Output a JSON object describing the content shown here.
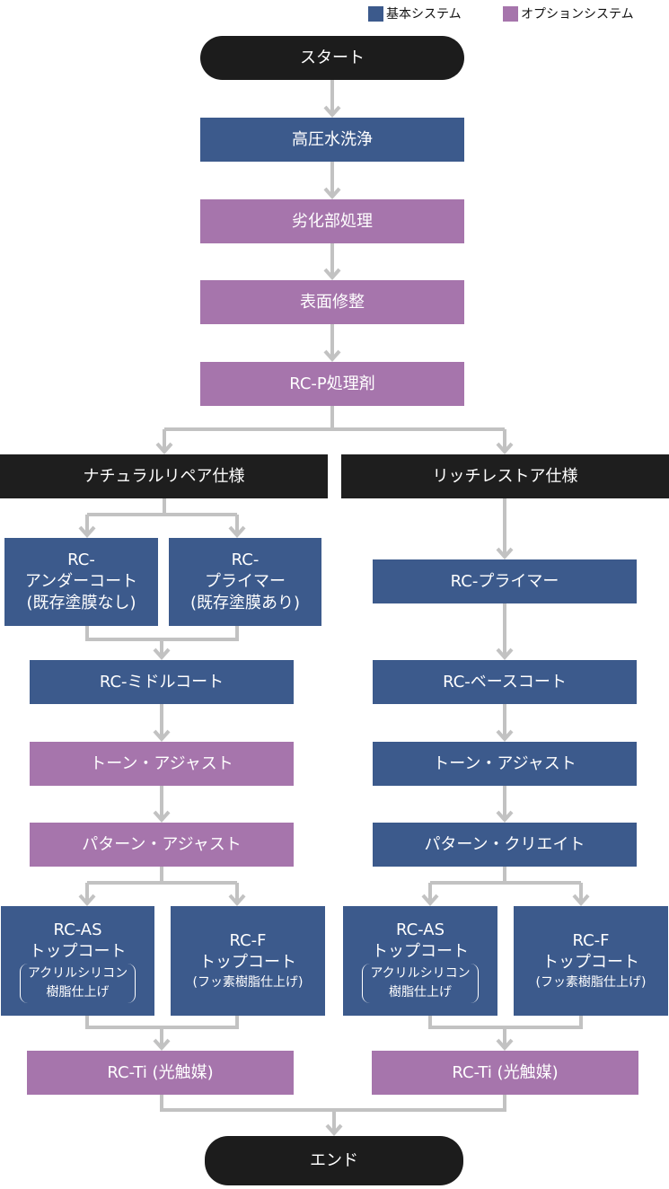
{
  "colors": {
    "basic": "#3c5a8c",
    "option": "#a675ac",
    "header": "#1e1e1e",
    "connector": "#c2c2c2"
  },
  "legend": [
    {
      "label": "基本システム",
      "color": "#3c5a8c"
    },
    {
      "label": "オプションシステム",
      "color": "#a675ac"
    }
  ],
  "start": "スタート",
  "end": "エンド",
  "common_steps": [
    "高圧水洗浄",
    "劣化部処理",
    "表面修整",
    "RC-P処理剤"
  ],
  "common_step_types": [
    "basic",
    "option",
    "option",
    "option"
  ],
  "natural": {
    "title": "ナチュラルリペア仕様",
    "primer_choices": [
      {
        "lines": [
          "RC-",
          "アンダーコート",
          "(既存塗膜なし)"
        ]
      },
      {
        "lines": [
          "RC-",
          "プライマー",
          "(既存塗膜あり)"
        ]
      }
    ],
    "steps": [
      "RC-ミドルコート",
      "トーン・アジャスト",
      "パターン・アジャスト"
    ],
    "step_types": [
      "basic",
      "option",
      "option"
    ]
  },
  "rich": {
    "title": "リッチレストア仕様",
    "steps": [
      "RC-プライマー",
      "RC-ベースコート",
      "トーン・アジャスト",
      "パターン・クリエイト"
    ],
    "step_types": [
      "basic",
      "basic",
      "basic",
      "basic"
    ]
  },
  "topcoats": [
    {
      "lines": [
        "RC-AS",
        "トップコート"
      ],
      "note": [
        "アクリルシリコン",
        "樹脂仕上げ"
      ]
    },
    {
      "lines": [
        "RC-F",
        "トップコート"
      ],
      "sub": "(フッ素樹脂仕上げ)"
    }
  ],
  "finish": "RC-Ti (光触媒)"
}
